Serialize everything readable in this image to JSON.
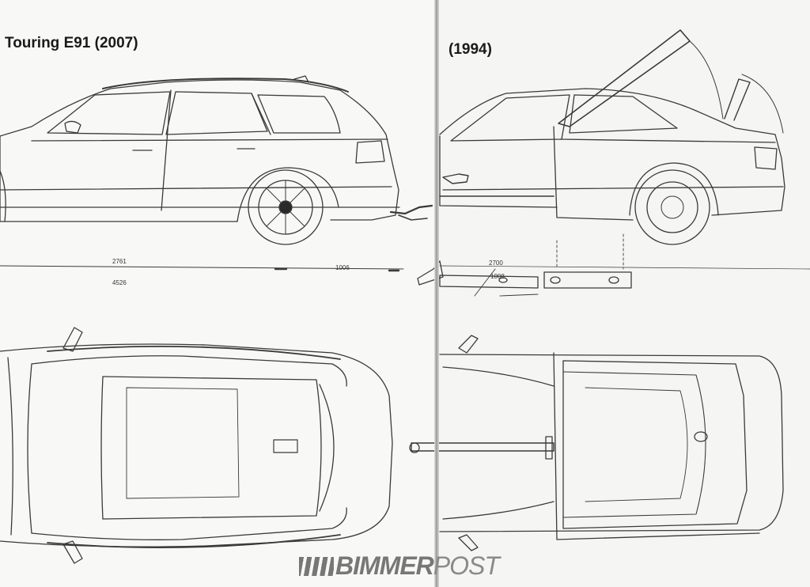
{
  "titles": {
    "left": "Touring E91 (2007)",
    "right": "(1994)"
  },
  "dimensions": {
    "wheelbase_2007": "2761",
    "overall_length_2007": "4526",
    "overhang_2007": "1006",
    "wheelbase_1994": "2700",
    "overhang_1994": "1008"
  },
  "watermark": {
    "main": "BIMMER",
    "suffix": "POST"
  },
  "colors": {
    "ink": "#2a2a2a",
    "pencil": "#4a4a4a",
    "paper": "#f7f7f5"
  }
}
